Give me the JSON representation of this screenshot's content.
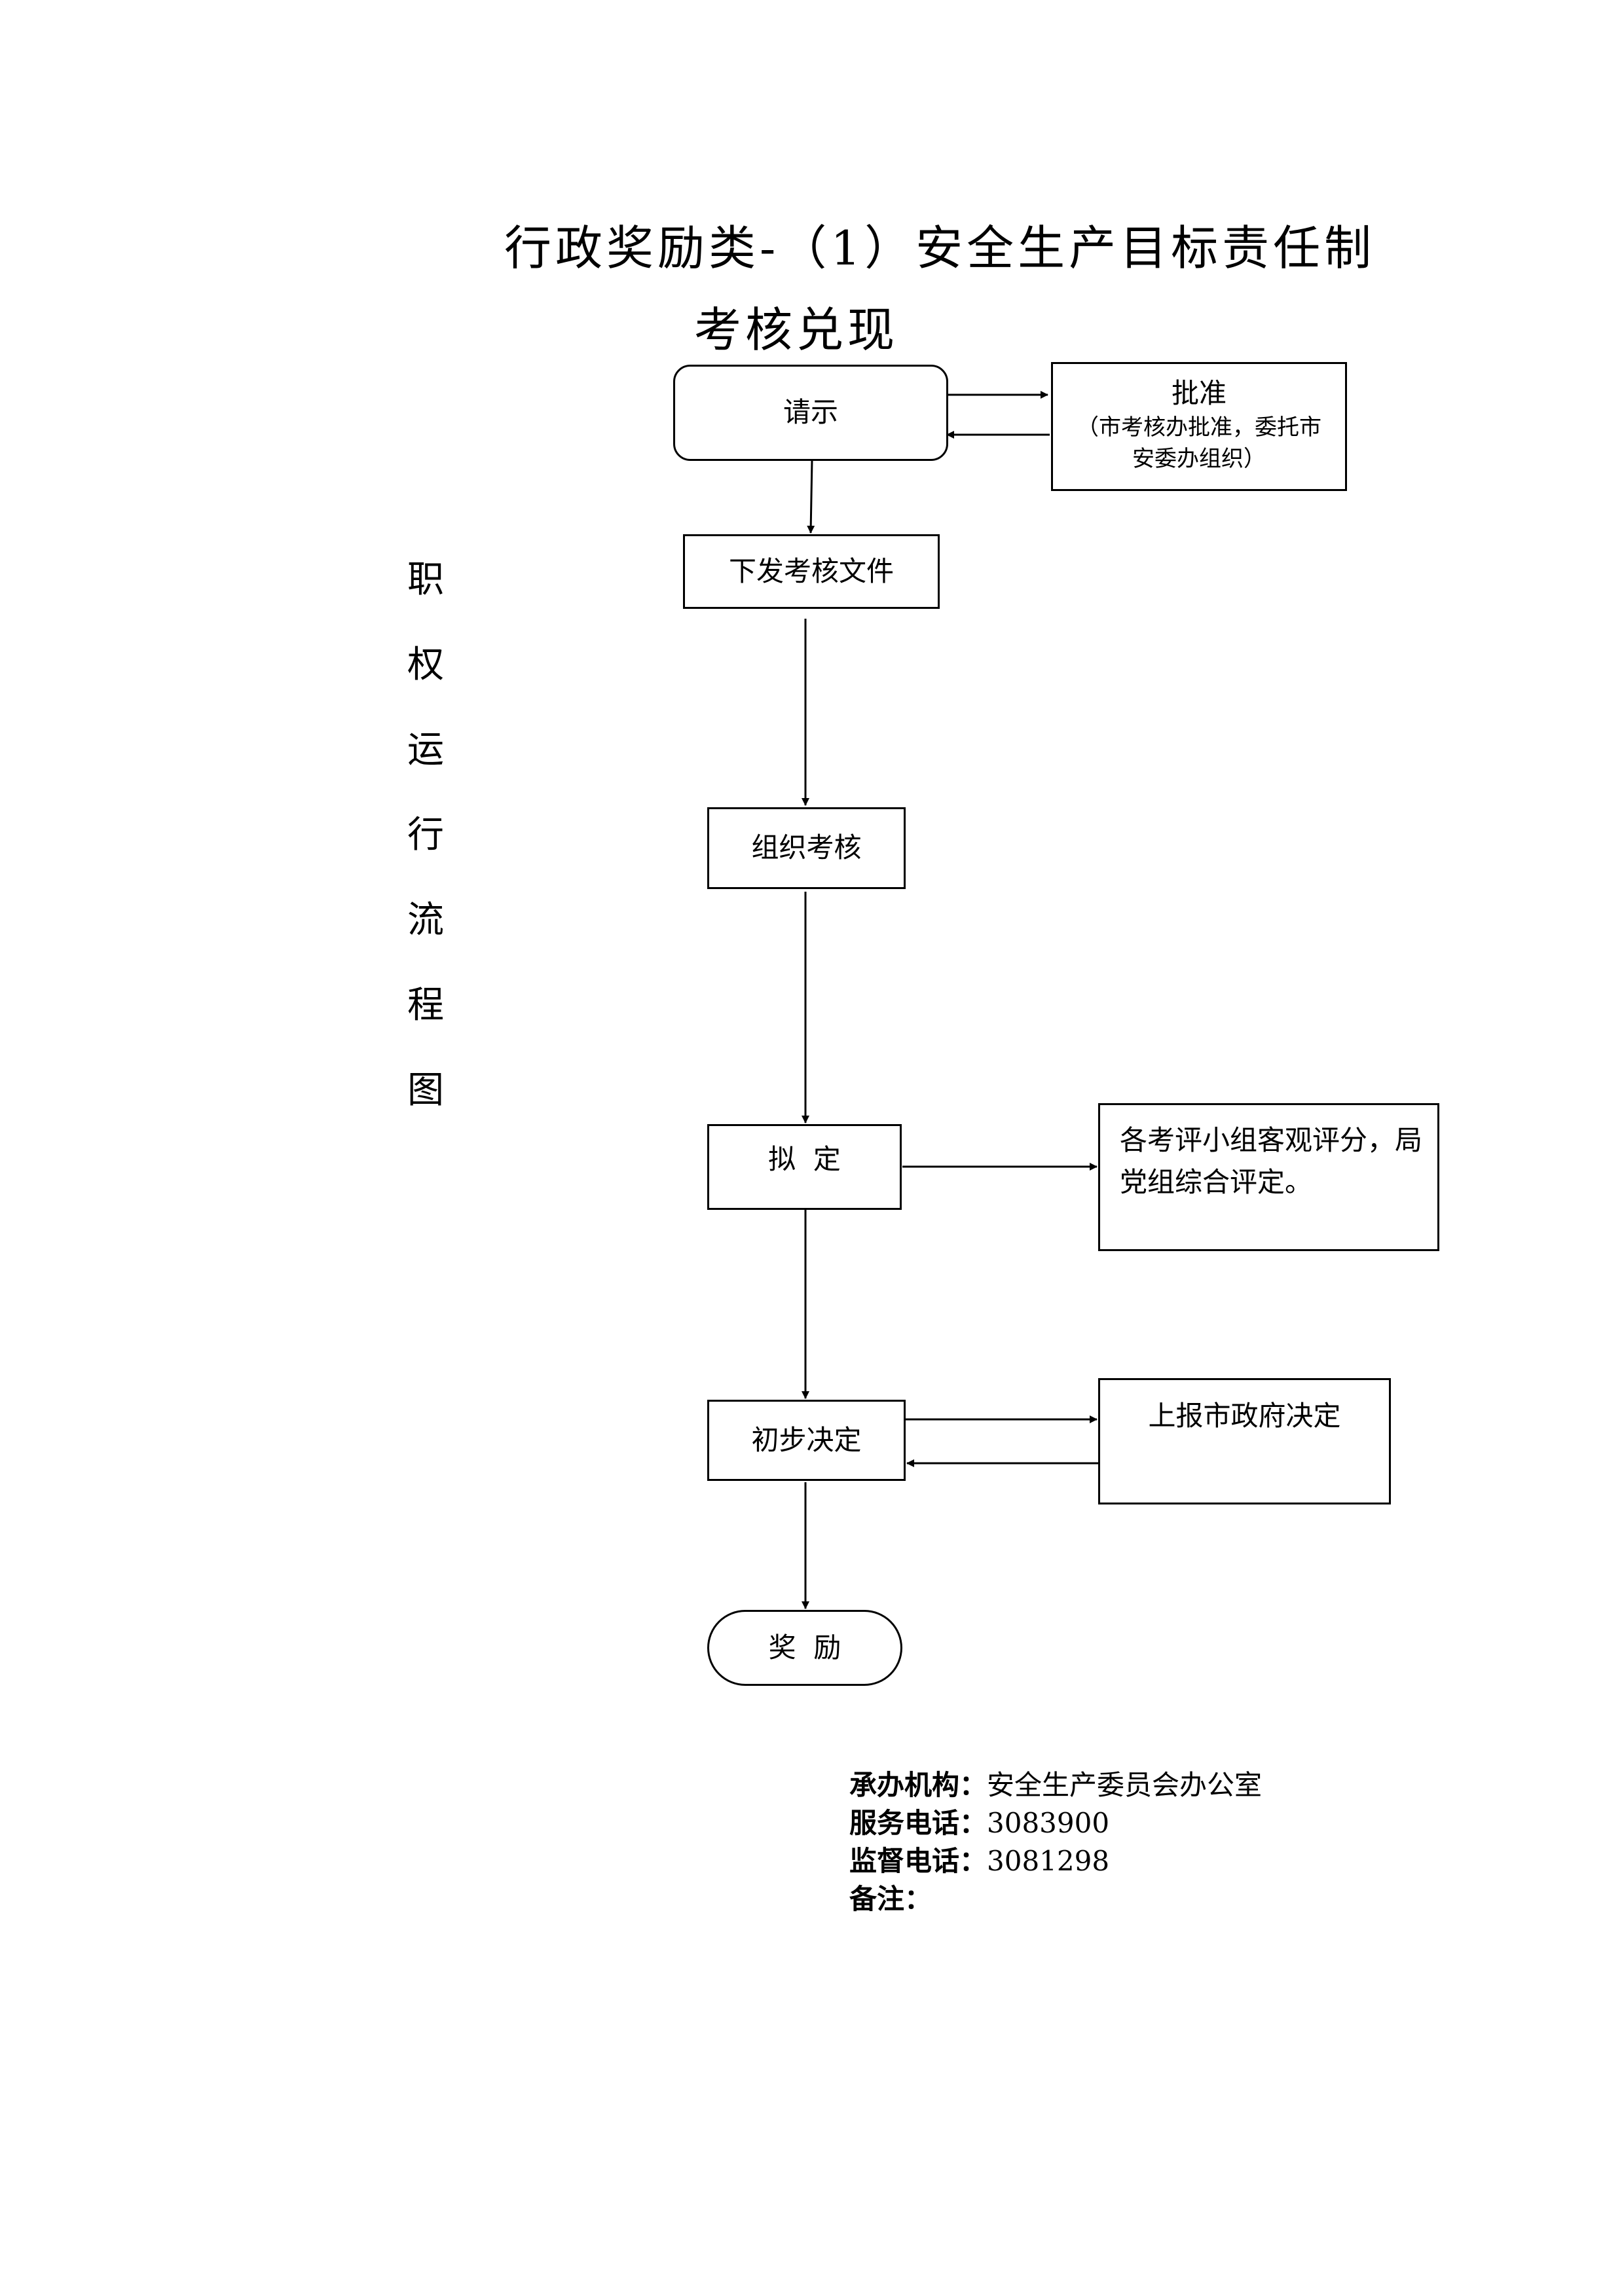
{
  "title": {
    "line1": "行政奖励类-（1）安全生产目标责任制",
    "line2": "考核兑现"
  },
  "side_label": [
    "职",
    "权",
    "运",
    "行",
    "流",
    "程",
    "图"
  ],
  "nodes": {
    "request": "请示",
    "approve_title": "批准",
    "approve_note_1": "（市考核办批准，委托市",
    "approve_note_2": "安委办组织）",
    "issue": "下发考核文件",
    "organize": "组织考核",
    "draft": "拟  定",
    "draft_note_1": "各考评小组客观评分，局",
    "draft_note_2": "党组综合评定。",
    "prelim": "初步决定",
    "report": "上报市政府决定",
    "reward": "奖  励"
  },
  "footer": {
    "org_label": "承办机构：",
    "org_value": "安全生产委员会办公室",
    "service_label": "服务电话：",
    "service_value": "3083900",
    "supervise_label": "监督电话：",
    "supervise_value": "3081298",
    "remark_label": "备注："
  }
}
